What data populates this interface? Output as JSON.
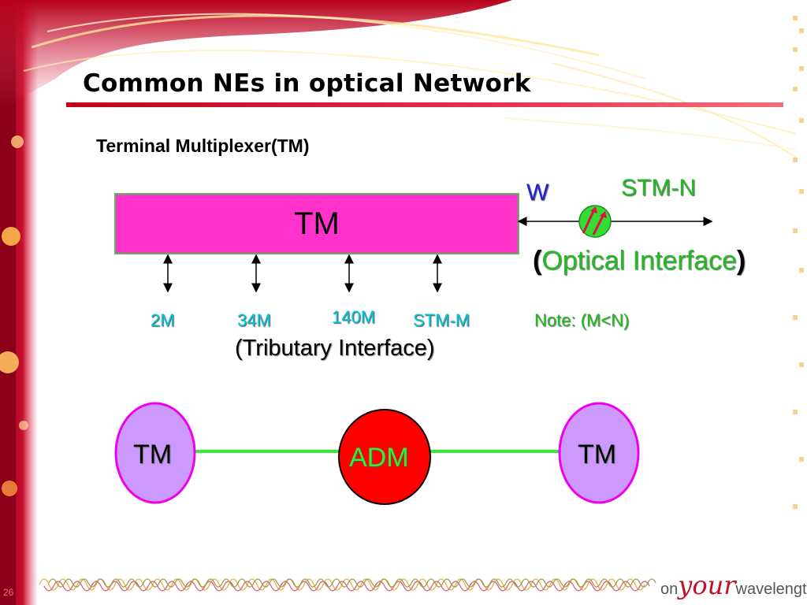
{
  "slide": {
    "title": "Common NEs in optical Network",
    "subtitle": "Terminal Multiplexer(TM)",
    "page_number": "26"
  },
  "tm_box": {
    "label": "TM"
  },
  "tributaries": [
    "2M",
    "34M",
    "140M",
    "STM-M"
  ],
  "tributary_interface": {
    "open": "(",
    "text": "Tributary Interface",
    "close": ")"
  },
  "optical": {
    "w_label": "W",
    "line_label": "STM-N",
    "interface_open": "(",
    "interface_text": "Optical Interface",
    "interface_close": ")"
  },
  "note": "Note: (M<N)",
  "chain": {
    "left_node": "TM",
    "middle_node": "ADM",
    "right_node": "TM"
  },
  "footer": {
    "brand_on": "on",
    "brand_your": "your",
    "brand_wavelength": "wavelength"
  },
  "colors": {
    "tm_box": "#ff33cc",
    "tributary_text": "#00c8dc",
    "optical_text": "#22bb22",
    "w_text": "#2020dd",
    "tm_node_fill": "#cc99ff",
    "tm_node_border": "#ee00ee",
    "adm_fill": "#ff0000",
    "link_line": "#33ee33",
    "accent_red": "#c00018"
  },
  "icons": {
    "optical_port": "optical-transmitter-icon"
  }
}
